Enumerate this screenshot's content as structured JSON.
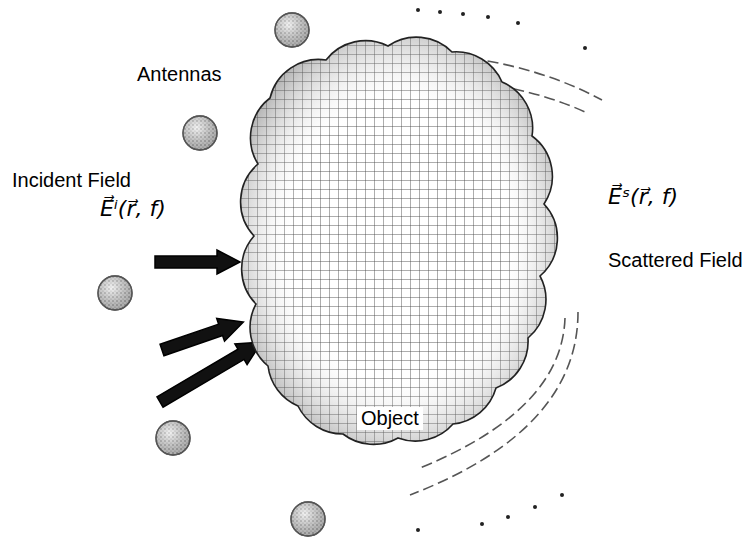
{
  "diagram": {
    "nodes": [
      {
        "text": [
          "Object"
        ]
      }
    ],
    "labels": [
      "Antennas",
      "Incident Field",
      "E⃗ⁱ(r⃗, f)",
      "E⃗ˢ(r⃗, f)",
      "Scattered Field"
    ]
  }
}
